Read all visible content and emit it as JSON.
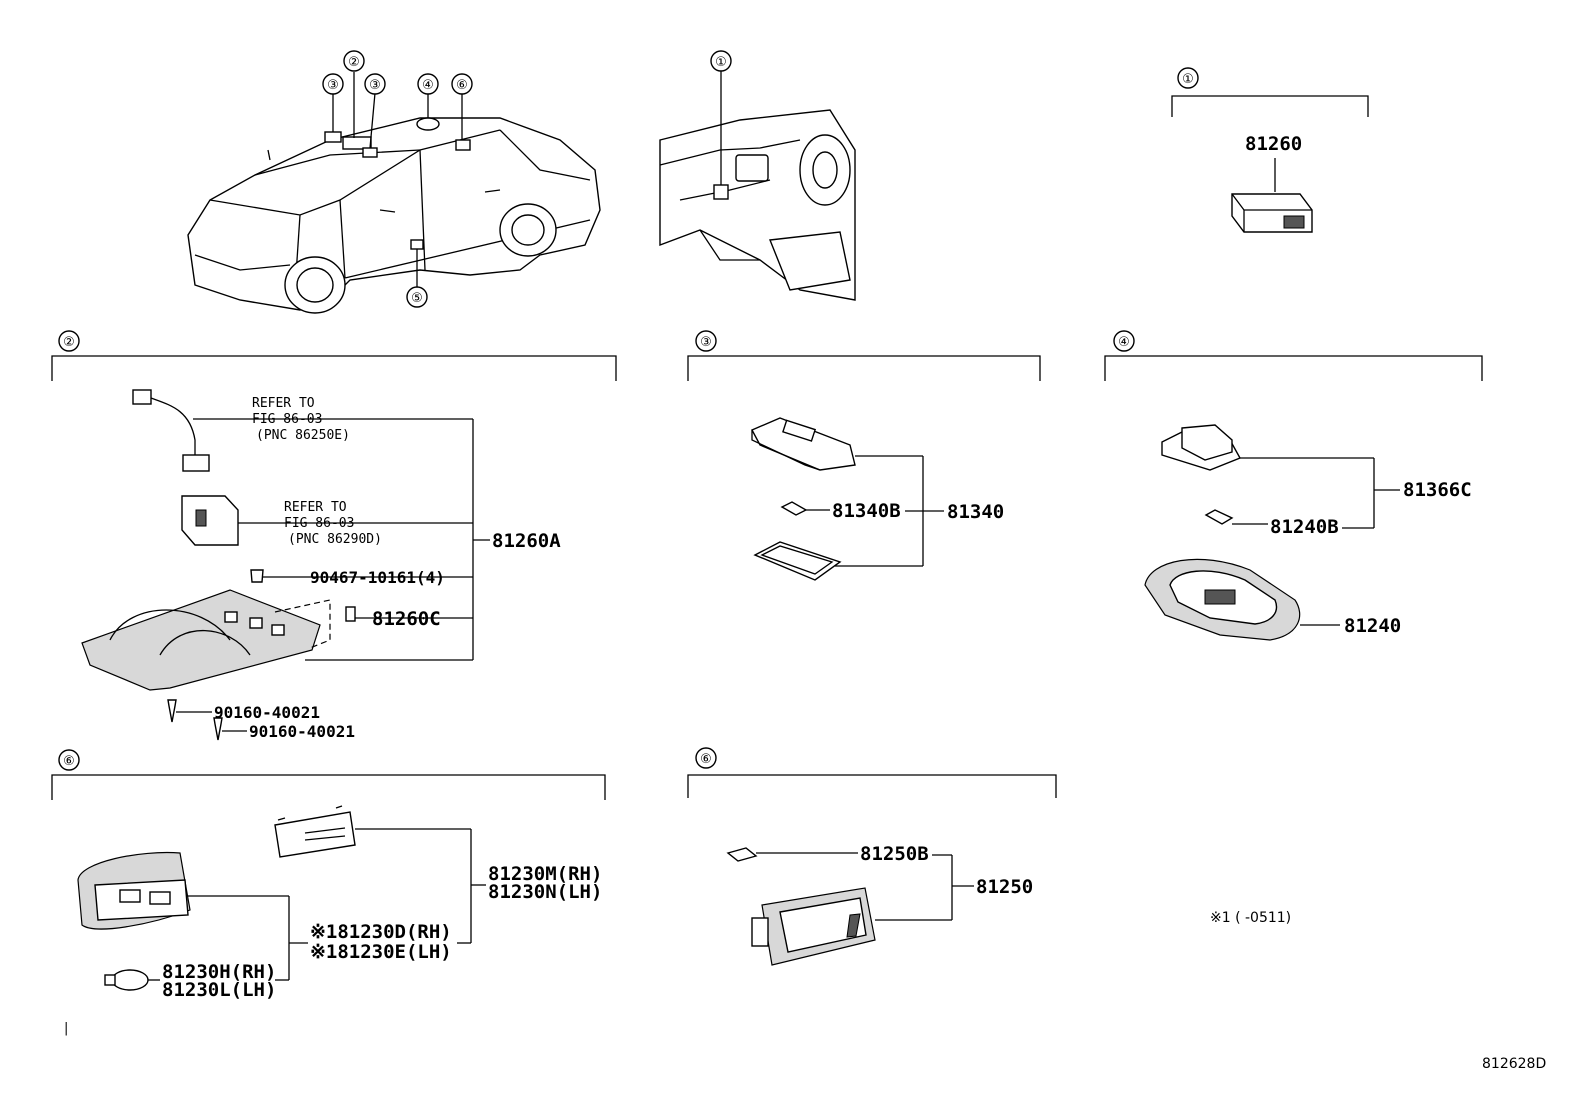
{
  "callouts": {
    "c1": "①",
    "c2": "②",
    "c3": "③",
    "c4": "④",
    "c5": "⑤",
    "c6": "⑥"
  },
  "parts": {
    "p81260": "81260",
    "p81260A": "81260A",
    "p81260C": "81260C",
    "p90467": "90467-10161(4)",
    "p90160a": "90160-40021",
    "p90160b": "90160-40021",
    "p81340": "81340",
    "p81340B": "81340B",
    "p81366C": "81366C",
    "p81240B": "81240B",
    "p81240": "81240",
    "p81230M": "81230M(RH)",
    "p81230N": "81230N(LH)",
    "p81230D": "※181230D(RH)",
    "p81230E": "※181230E(LH)",
    "p81230H": "81230H(RH)",
    "p81230L": "81230L(LH)",
    "p81250B": "81250B",
    "p81250": "81250"
  },
  "refs": {
    "r1a": "REFER TO",
    "r1b": "FIG 86-03",
    "r1c": "(PNC 86250E)",
    "r2a": "REFER TO",
    "r2b": "FIG 86-03",
    "r2c": "(PNC 86290D)"
  },
  "footnote": "※1 (      -0511)",
  "diagram_code": "812628D",
  "margin_mark": "|"
}
